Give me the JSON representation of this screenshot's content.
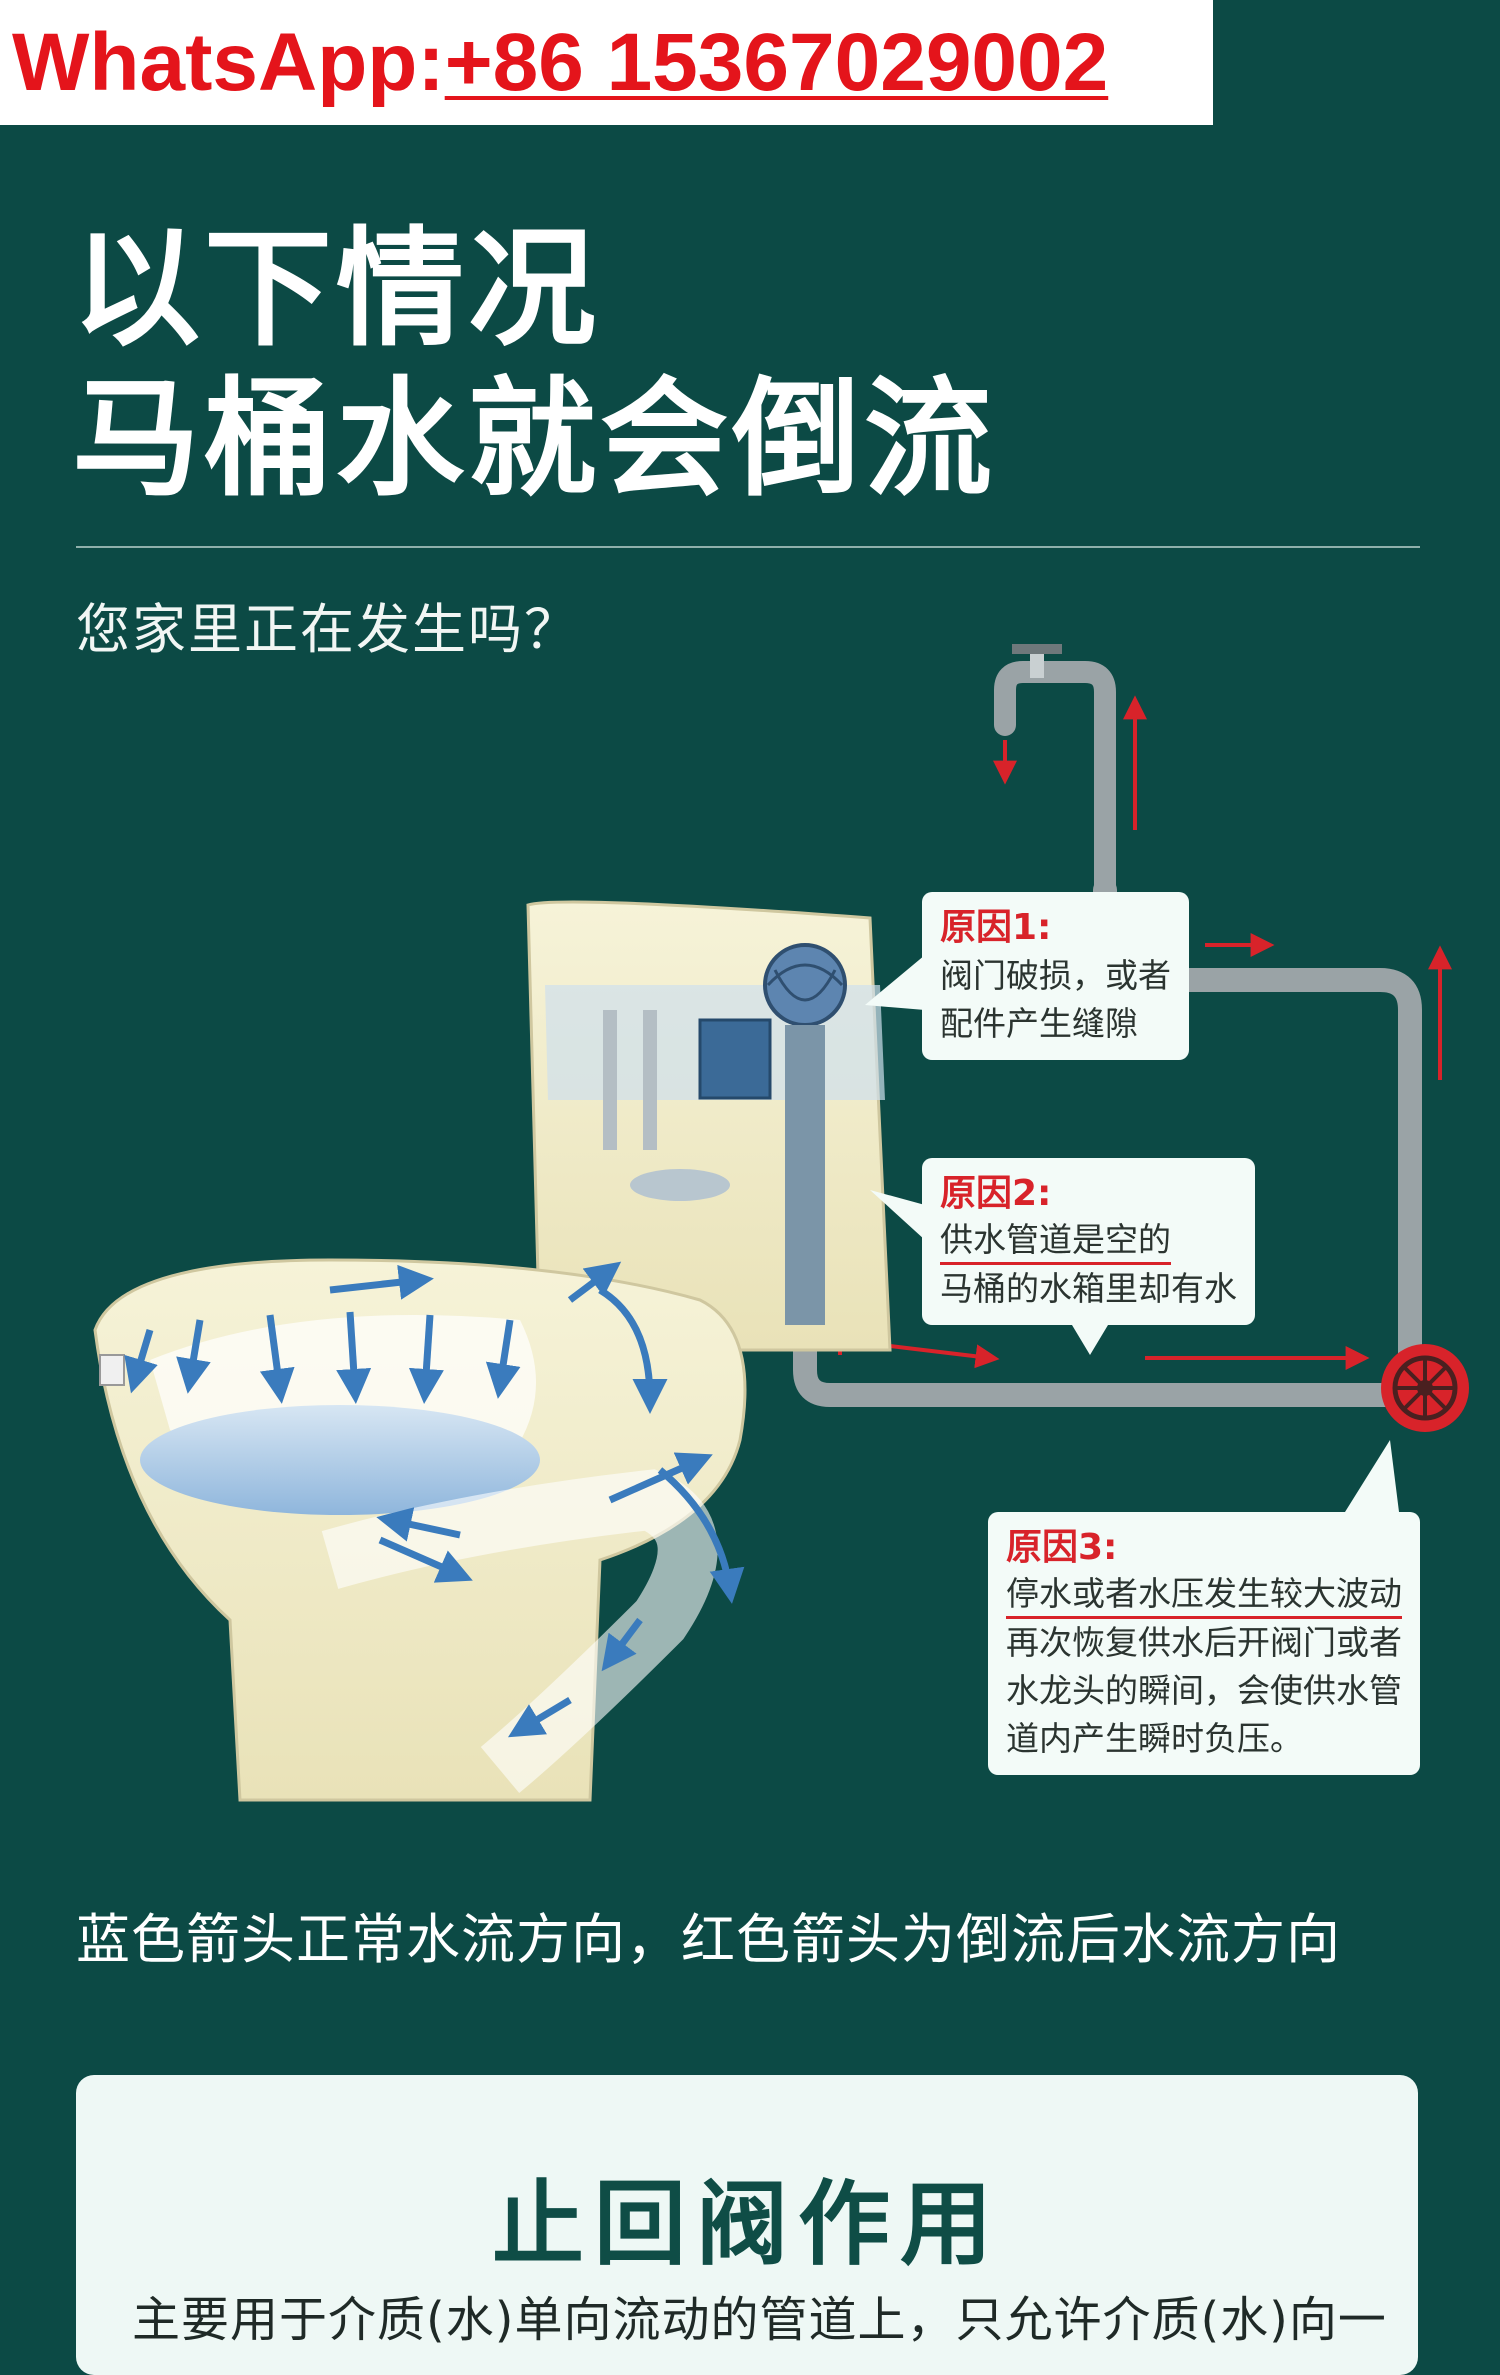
{
  "banner": {
    "label": "WhatsApp:",
    "phone": "+86 15367029002"
  },
  "headline": {
    "line1": "以下情况",
    "line2": "马桶水就会倒流"
  },
  "subhead": "您家里正在发生吗？",
  "callouts": [
    {
      "title": "原因1:",
      "lines": [
        "阀门破损，或者",
        "配件产生缝隙"
      ]
    },
    {
      "title": "原因2:",
      "lines": [
        "供水管道是空的",
        "马桶的水箱里却有水"
      ]
    },
    {
      "title": "原因3:",
      "lines": [
        "停水或者水压发生较大波动",
        "再次恢复供水后开阀门或者",
        "水龙头的瞬间，会使供水管",
        "道内产生瞬时负压。"
      ]
    }
  ],
  "caption": "蓝色箭头正常水流方向，红色箭头为倒流后水流方向",
  "card": {
    "title": "止回阀作用",
    "text": "主要用于介质(水)单向流动的管道上，只允许介质(水)向一"
  },
  "colors": {
    "background": "#0c4a45",
    "accent_red": "#d8232a",
    "normal_flow_blue": "#3a7bbd",
    "card": "#eef8f5"
  }
}
